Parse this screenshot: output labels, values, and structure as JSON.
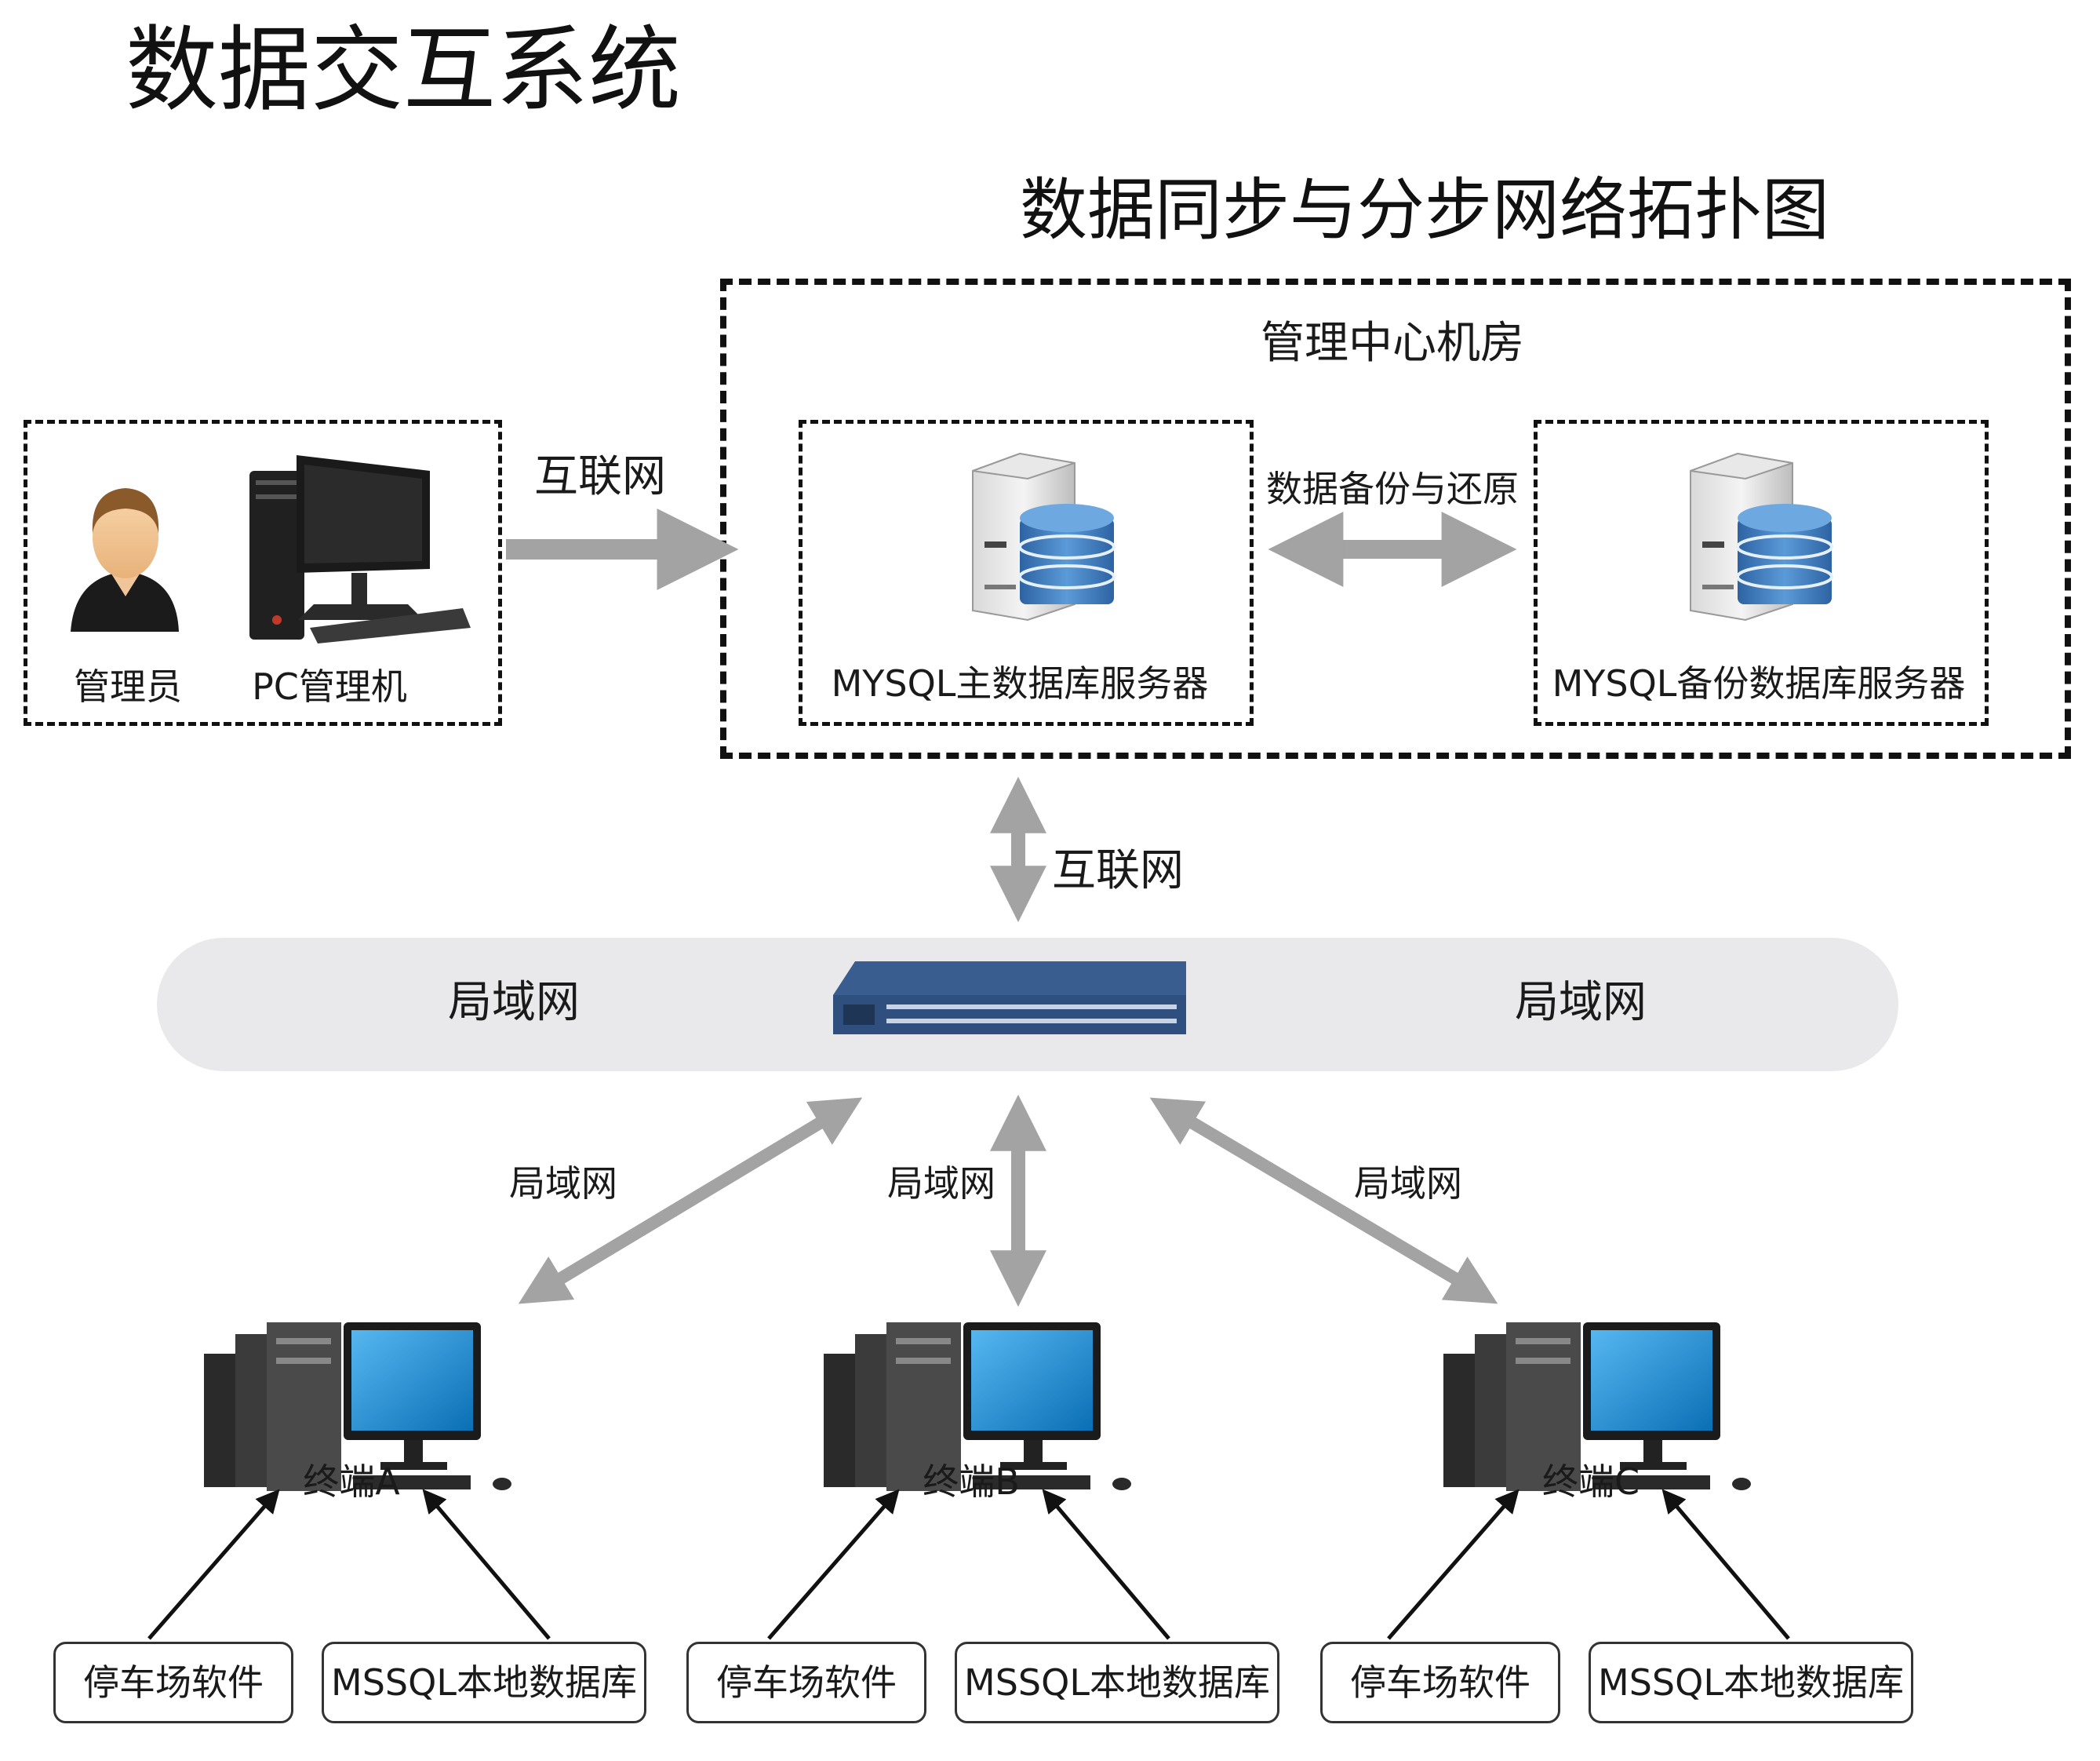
{
  "page_title": "数据交互系统",
  "diagram": {
    "title": "数据同步与分步网络拓扑图",
    "admin_group": {
      "admin_label": "管理员",
      "pc_label": "PC管理机"
    },
    "admin_link_label": "互联网",
    "center": {
      "title": "管理中心机房",
      "primary_server_label": "MYSQL主数据库服务器",
      "backup_server_label": "MYSQL备份数据库服务器",
      "backup_link_label": "数据备份与还原"
    },
    "uplink_label": "互联网",
    "lan": {
      "left_label": "局域网",
      "right_label": "局域网"
    },
    "terminal_links": [
      "局域网",
      "局域网",
      "局域网"
    ],
    "terminals": [
      {
        "label": "终端A",
        "sources": [
          "停车场软件",
          "MSSQL本地数据库"
        ]
      },
      {
        "label": "终端B",
        "sources": [
          "停车场软件",
          "MSSQL本地数据库"
        ]
      },
      {
        "label": "终端C",
        "sources": [
          "停车场软件",
          "MSSQL本地数据库"
        ]
      }
    ],
    "colors": {
      "arrow_gray": "#a3a3a3",
      "arrow_black": "#111111",
      "lan_band": "#e9e9ec",
      "switch_blue": "#2f4f7f",
      "db_blue": "#3f7fc4",
      "screen_blue": "#1f8fd8"
    }
  }
}
